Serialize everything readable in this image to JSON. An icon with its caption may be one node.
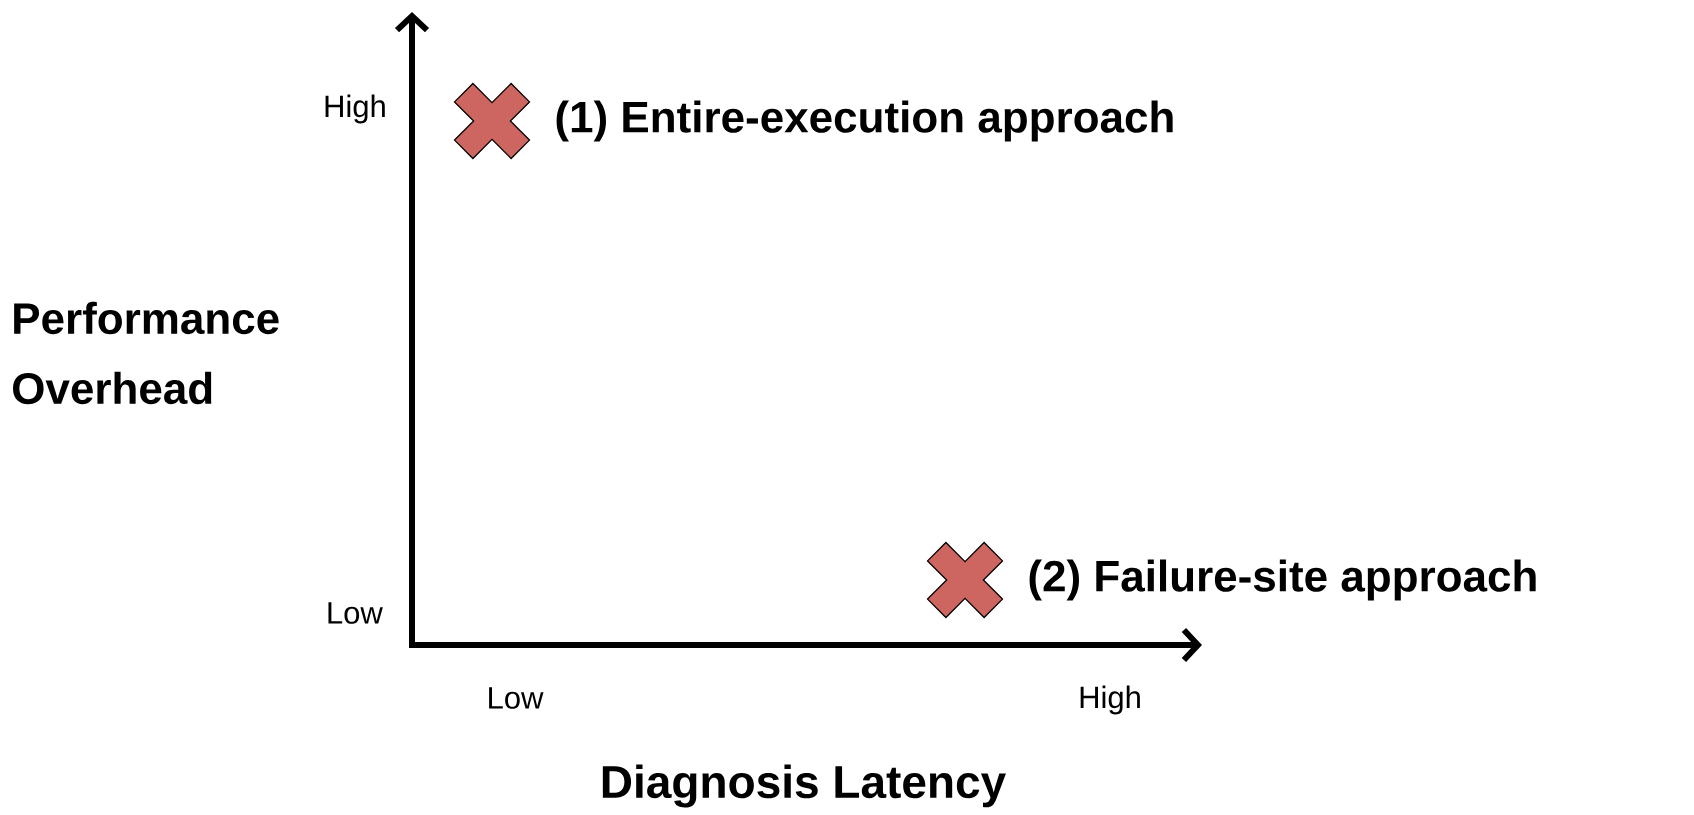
{
  "diagram": {
    "nodes": [
      {
        "text": [],
        "shape": "cross",
        "beside": [
          "(1) Entire-execution approach"
        ]
      },
      {
        "text": [],
        "shape": "cross",
        "beside": [
          "(2) Failure-site approach"
        ]
      }
    ],
    "labels": [
      "High",
      "Performance Overhead",
      "Low",
      "Low",
      "High",
      "Diagnosis Latency"
    ]
  }
}
